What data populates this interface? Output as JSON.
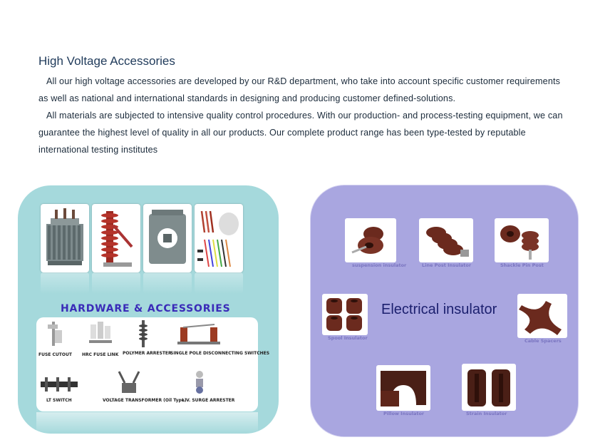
{
  "heading": "High Voltage Accessories",
  "paragraphs": [
    "All our high voltage  accessories are developed by our R&D department, who take into account specific customer requirements as well as national and international standards in designing and producing customer defined-solutions.",
    "All materials are subjected to intensive quality control procedures. With our production- and process-testing equipment, we can guarantee the highest level of quality in all our products. Our complete product range has been type-tested by reputable international testing institutes"
  ],
  "hardware": {
    "title": "HARDWARE & ACCESSORIES",
    "items": [
      {
        "label": "FUSE CUTOUT"
      },
      {
        "label": "HRC FUSE LINK"
      },
      {
        "label": "POLYMER ARRESTER"
      },
      {
        "label": "SINGLE POLE DISCONNECTING SWITCHES"
      },
      {
        "label": "LT SWITCH"
      },
      {
        "label": "VOLTAGE TRANSFORMER (Oil Type)"
      },
      {
        "label": "L.V. SURGE ARRESTER"
      }
    ],
    "thumbnails": [
      "transformer-icon",
      "insulator-column-icon",
      "current-transformer-icon",
      "cables-icon"
    ]
  },
  "insulator": {
    "title": "Electrical insulator",
    "items": [
      {
        "label": "suspension insulator"
      },
      {
        "label": "Line Post Insulator"
      },
      {
        "label": "Shackle Pin Post"
      },
      {
        "label": "Spool Insulator"
      },
      {
        "label": "Cable Spacers"
      },
      {
        "label": "Pillow Insulator"
      },
      {
        "label": "Strain Insulator"
      }
    ]
  },
  "colors": {
    "left_panel": "#a5d9dc",
    "right_panel": "#a9a6e0",
    "porcelain": "#6b2a1e",
    "hardware_title": "#3a2bb8"
  }
}
